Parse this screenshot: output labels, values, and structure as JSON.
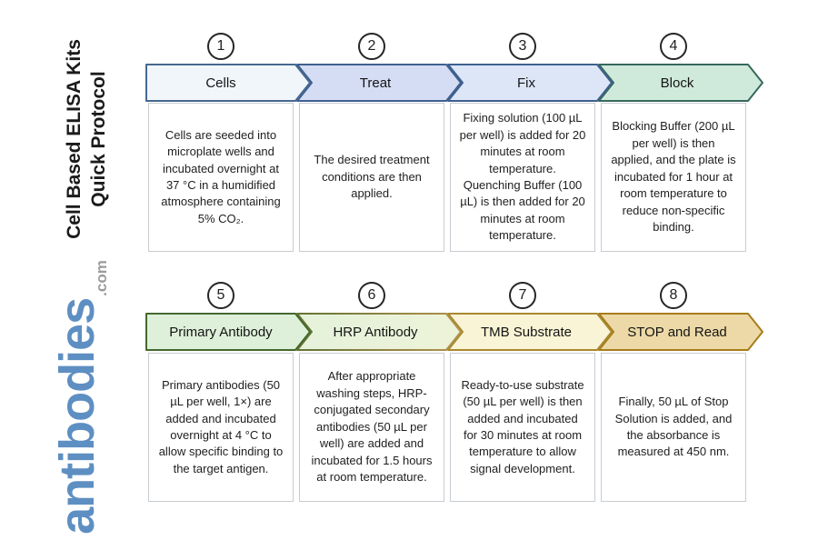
{
  "sidebar": {
    "title_line1": "Cell Based ELISA Kits",
    "title_line2": "Quick Protocol",
    "logo_text": "antibodies",
    "logo_suffix": ".com",
    "logo_color": "#5e8fc2",
    "logo_suffix_color": "#9b9b9b"
  },
  "steps": [
    {
      "number": "1",
      "title": "Cells",
      "fill": "#f1f6fb",
      "fill2": "#f1f6fb",
      "border": "#46688f",
      "border2": "#46688f",
      "description": "Cells are seeded into microplate wells and incubated overnight at 37 °C in a humidified atmosphere containing 5% CO₂."
    },
    {
      "number": "2",
      "title": "Treat",
      "fill": "#d4ddf3",
      "fill2": "#d4ddf3",
      "border": "#3f608f",
      "border2": "#3f608f",
      "description": "The desired treatment conditions are then applied."
    },
    {
      "number": "3",
      "title": "Fix",
      "fill": "#dce6f7",
      "fill2": "#dce6f7",
      "border": "#3f608f",
      "border2": "#3f608f",
      "description": "Fixing solution (100 µL per well) is added for 20 minutes at room temperature. Quenching Buffer (100 µL) is then added for 20 minutes at room temperature."
    },
    {
      "number": "4",
      "title": "Block",
      "fill": "#cfeadb",
      "fill2": "#cfeadb",
      "border": "#37685c",
      "border2": "#37685c",
      "description": "Blocking Buffer (200 µL per well) is then applied, and the plate is incubated for 1 hour at room temperature to reduce non-specific binding."
    },
    {
      "number": "5",
      "title": "Primary Antibody",
      "fill": "#def0d9",
      "fill2": "#def0d9",
      "border": "#43682f",
      "border2": "#43682f",
      "description": "Primary antibodies (50 µL per well, 1×) are added and incubated overnight at 4 °C to allow specific binding to the target antigen."
    },
    {
      "number": "6",
      "title": "HRP Antibody",
      "fill": "#e5f2da",
      "fill2": "#edf3d8",
      "border": "#647434",
      "border2": "#b3924d",
      "description": "After appropriate washing steps, HRP-conjugated secondary antibodies (50 µL per well) are added and incubated for 1.5 hours at room temperature."
    },
    {
      "number": "7",
      "title": "TMB Substrate",
      "fill": "#f8f4d5",
      "fill2": "#f8f4d5",
      "border": "#a8882f",
      "border2": "#a8882f",
      "description": "Ready-to-use substrate (50 µL per well) is then added and incubated for 30 minutes at room temperature to allow signal development."
    },
    {
      "number": "8",
      "title": "STOP and Read",
      "fill": "#ecd9a7",
      "fill2": "#ecd9a7",
      "border": "#a77c1b",
      "border2": "#a77c1b",
      "description": "Finally, 50 µL of Stop Solution is added, and the absorbance is measured at 450 nm."
    }
  ]
}
